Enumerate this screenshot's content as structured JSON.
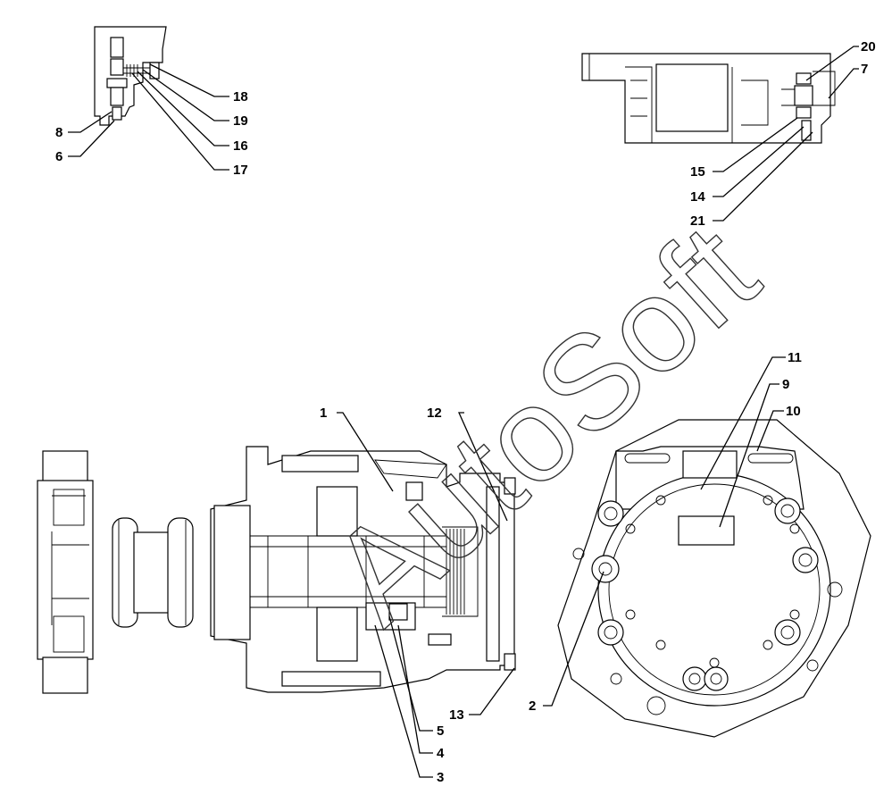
{
  "watermark": "AutoSoft",
  "labels": {
    "l1": "1",
    "l2": "2",
    "l3": "3",
    "l4": "4",
    "l5": "5",
    "l6": "6",
    "l7": "7",
    "l8": "8",
    "l9": "9",
    "l10": "10",
    "l11": "11",
    "l12": "12",
    "l13": "13",
    "l14": "14",
    "l15": "15",
    "l16": "16",
    "l17": "17",
    "l18": "18",
    "l19": "19",
    "l20": "20",
    "l21": "21"
  }
}
